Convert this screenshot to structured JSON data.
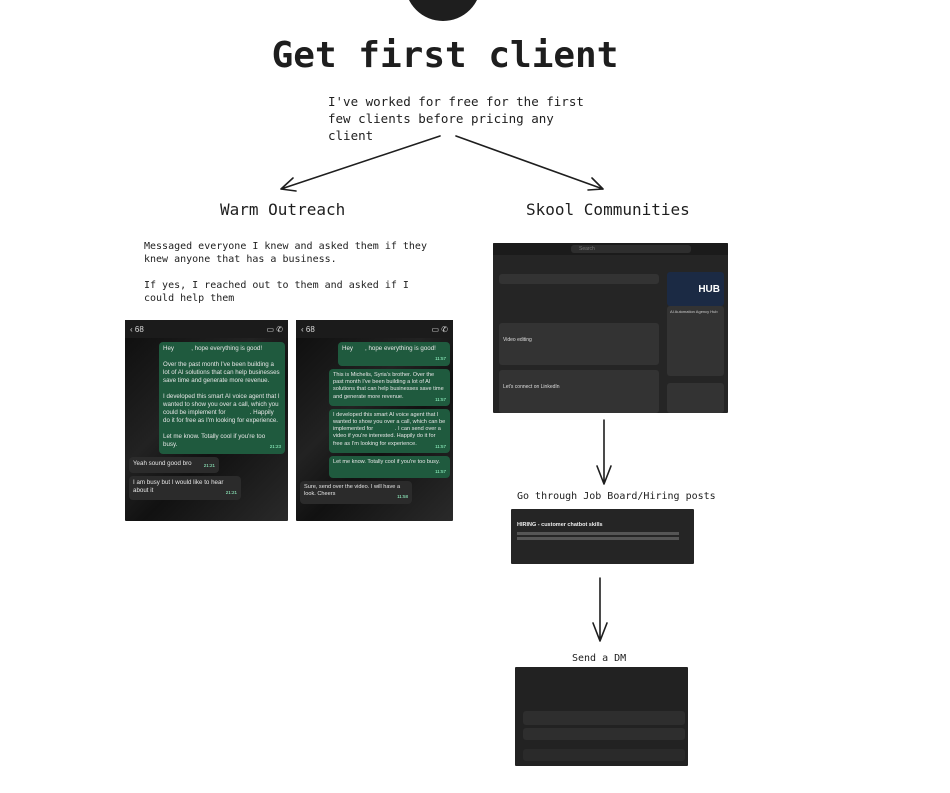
{
  "title": "Get first client",
  "subtitle": "I've worked for free for the first few clients before pricing any client",
  "left": {
    "heading": "Warm Outreach",
    "para1": "Messaged everyone I knew and asked them if they knew anyone that has a business.",
    "para2": "If yes, I reached out to them and asked if I could help them",
    "chat1": {
      "contact": "68",
      "messages": [
        {
          "text": "Hey          , hope everything is good!\n\nOver the past month I've been building a lot of AI solutions that can help businesses save time and generate more revenue.\n\nI developed this smart AI voice agent that I wanted to show you over a call, which you could be implement for              . Happily do it for free as I'm looking for experience.\n\nLet me know. Totally cool if you're too busy.",
          "time": "21:23"
        },
        {
          "text": "Yeah sound good bro",
          "time": "21:21"
        },
        {
          "text": "I am busy but I would like to hear about it",
          "time": "21:21"
        }
      ]
    },
    "chat2": {
      "contact": "68",
      "messages": [
        {
          "text": "Hey       , hope everything is good!",
          "time": "11:57"
        },
        {
          "text": "This is Michelis, Syria's brother. Over the past month I've been building a lot of AI solutions that can help businesses save time and generate more revenue.",
          "time": "11:57"
        },
        {
          "text": "I developed this smart AI voice agent that I wanted to show you over a call, which can be implemented for              . I can send over a video if you're interested. Happily do it for free as I'm looking for experience.",
          "time": "11:57"
        },
        {
          "text": "Let me know. Totally cool if you're too busy.",
          "time": "11:57"
        },
        {
          "text": "Sure, send over the video. I will have a look. Cheers",
          "time": "11:58"
        }
      ]
    }
  },
  "right": {
    "heading": "Skool Communities",
    "skool": {
      "search": "Search",
      "post1": "Video editing",
      "post2": "Let's connect on LinkedIn",
      "hub": "HUB",
      "group": "AI Automation Agency Hub"
    },
    "step2": "Go through Job Board/Hiring posts",
    "job": {
      "title": "HIRING - customer chatbot skills"
    },
    "step3": "Send a DM"
  }
}
